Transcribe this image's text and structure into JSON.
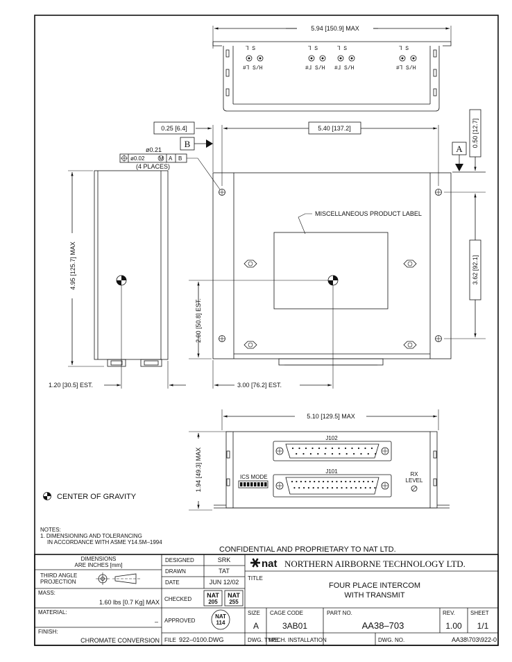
{
  "top_view": {
    "width_dim": "5.94 [150.9] MAX",
    "labels": [
      {
        "top": "⅂  S",
        "bottom": "#⅂  S/H"
      },
      {
        "top": "⅂  S",
        "bottom": "#⅃  S/H"
      },
      {
        "top": "⅂  S",
        "bottom": "#⅃  S/H"
      },
      {
        "top": "⅂  S",
        "bottom": "#⅂  S/H"
      }
    ]
  },
  "front_view": {
    "offset_dim": "0.25 [6.4]",
    "datum_b": "B",
    "width_dim": "5.40 [137.2]",
    "datum_a": "A",
    "right_small_dim": "0.50 [12.7]",
    "hole_callout_1": "ø0.21",
    "hole_callout_2": "ø0.02",
    "hole_callout_m": "M",
    "hole_callout_a": "A",
    "hole_callout_b": "B",
    "hole_callout_count": "(4 PLACES)",
    "label_text": "MISCELLANEOUS PRODUCT LABEL",
    "hole_spacing_dim": "3.62 [92.1]",
    "cg_height_dim": "2.00 [50.8] EST.",
    "cg_x_dim": "3.00 [76.2] EST."
  },
  "side_view": {
    "height_dim": "4.95 [125.7] MAX",
    "cg_dim": "1.20 [30.5] EST."
  },
  "rear_view": {
    "width_dim": "5.10 [129.5] MAX",
    "height_dim": "1.94 [49.3] MAX",
    "j102": "J102",
    "j101": "J101",
    "ics_mode": "ICS MODE",
    "rx_level_1": "RX",
    "rx_level_2": "LEVEL"
  },
  "legend": {
    "center_of_gravity": "CENTER OF GRAVITY"
  },
  "notes": {
    "heading": "NOTES:",
    "line1": "1. DIMENSIONING AND TOLERANCING",
    "line2": "IN ACCORDANCE WITH ASME Y14.5M–1994"
  },
  "confidential": "CONFIDENTIAL AND PROPRIETARY TO NAT LTD.",
  "title_block": {
    "dimensions_line1": "DIMENSIONS",
    "dimensions_line2": "ARE INCHES [mm]",
    "third_angle_1": "THIRD ANGLE",
    "third_angle_2": "PROJECTION",
    "mass_label": "MASS:",
    "mass_value": "1.60 lbs [0.7 Kg] MAX",
    "material_label": "MATERIAL:",
    "material_value": "–",
    "finish_label": "FINISH:",
    "finish_value": "CHROMATE CONVERSION",
    "designed_label": "DESIGNED",
    "designed_value": "SRK",
    "drawn_label": "DRAWN",
    "drawn_value": "TAT",
    "date_label": "DATE",
    "date_value": "JUN 12/02",
    "checked_label": "CHECKED",
    "checked_stamp1_top": "NAT",
    "checked_stamp1_bottom": "205",
    "checked_stamp2_top": "NAT",
    "checked_stamp2_bottom": "255",
    "approved_label": "APPROVED",
    "approved_stamp_top": "NAT",
    "approved_stamp_bottom": "114",
    "file_label": "FILE",
    "file_value": "922–0100.DWG",
    "logo_text": "nat",
    "company": "NORTHERN AIRBORNE TECHNOLOGY LTD.",
    "title_label": "TITLE",
    "title_line1": "FOUR PLACE INTERCOM",
    "title_line2": "WITH TRANSMIT",
    "size_label": "SIZE",
    "size_value": "A",
    "cage_label": "CAGE CODE",
    "cage_value": "3AB01",
    "part_label": "PART NO.",
    "part_value": "AA38–703",
    "rev_label": "REV.",
    "rev_value": "1.00",
    "sheet_label": "SHEET",
    "sheet_value": "1/1",
    "dwg_type_label": "DWG. TYPE",
    "dwg_type_value": "MECH. INSTALLATION",
    "dwg_no_label": "DWG. NO.",
    "dwg_no_value": "AA38\\703\\922-0"
  }
}
